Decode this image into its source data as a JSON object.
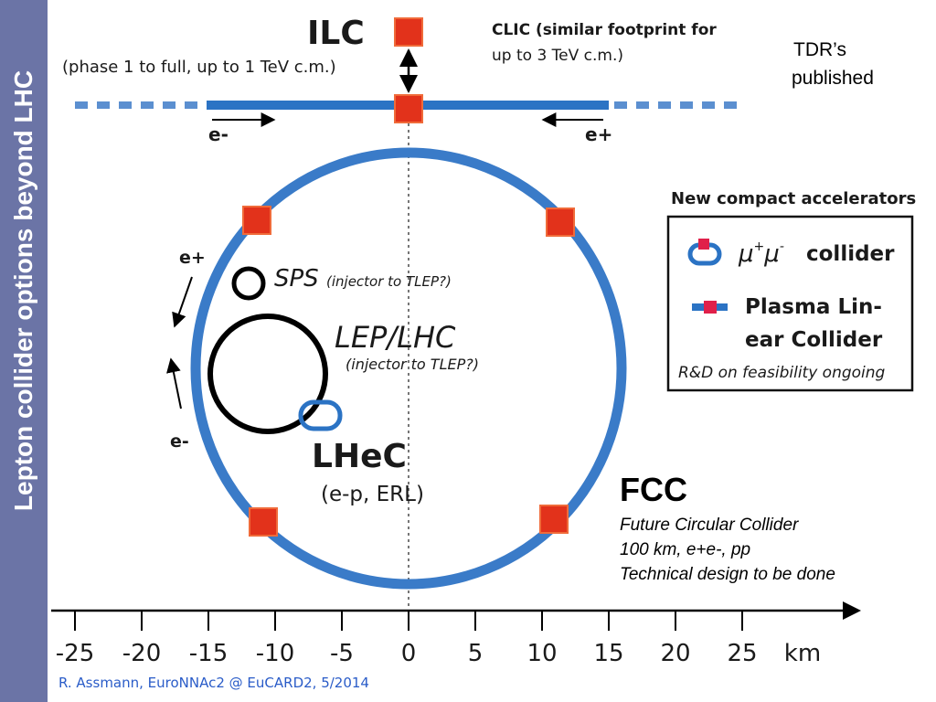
{
  "sidebar": {
    "title": "Lepton collider options beyond LHC"
  },
  "ilc": {
    "title": "ILC",
    "subtitle": "(phase 1 to full, up to 1 TeV c.m.)"
  },
  "clic": {
    "line1": "CLIC (similar footprint for",
    "line2": "up to 3 TeV c.m.)"
  },
  "linear": {
    "e_minus": "e-",
    "e_plus": "e+"
  },
  "tdr": {
    "line1": "TDR’s",
    "line2": "published"
  },
  "beams": {
    "e_plus": "e+",
    "e_minus": "e-"
  },
  "sps": {
    "name": "SPS",
    "note": "(injector to TLEP?)"
  },
  "lep": {
    "name": "LEP/LHC",
    "note": "(injector to TLEP?)"
  },
  "lhec": {
    "name": "LHeC",
    "note": "(e-p, ERL)"
  },
  "legend": {
    "title": "New compact accelerators",
    "muon_label": "collider",
    "plasma_line1": "Plasma Lin-",
    "plasma_line2": "ear Collider",
    "footer": "R&D on feasibility ongoing"
  },
  "fcc": {
    "title": "FCC",
    "line1": "Future Circular Collider",
    "line2": "100 km, e+e-, pp",
    "line3": "Technical design to be done"
  },
  "axis": {
    "unit": "km",
    "ticks": [
      -25,
      -20,
      -15,
      -10,
      -5,
      0,
      5,
      10,
      15,
      20,
      25
    ],
    "tick_labels": [
      "-25",
      "-20",
      "-15",
      "-10",
      "-5",
      "0",
      "5",
      "10",
      "15",
      "20",
      "25"
    ]
  },
  "credit": "R. Assmann, EuroNNAc2 @ EuCARD2, 5/2014",
  "colors": {
    "sidebar": "#6b74a6",
    "ring": "#3a7bc8",
    "linear": "#2b73c4",
    "marker": "#e2321b",
    "marker_border": "#f06b3a",
    "credit": "#2a5cc8"
  }
}
